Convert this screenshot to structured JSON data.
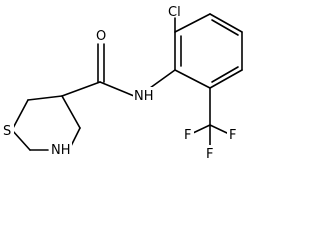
{
  "structure": {
    "ring_heteroatoms": [
      "S",
      "NH"
    ],
    "carbonyl_oxygen": "O",
    "amide_nitrogen": "NH",
    "chloro_substituent": "Cl",
    "trifluoromethyl": {
      "fluorines": [
        "F",
        "F",
        "F"
      ]
    }
  }
}
